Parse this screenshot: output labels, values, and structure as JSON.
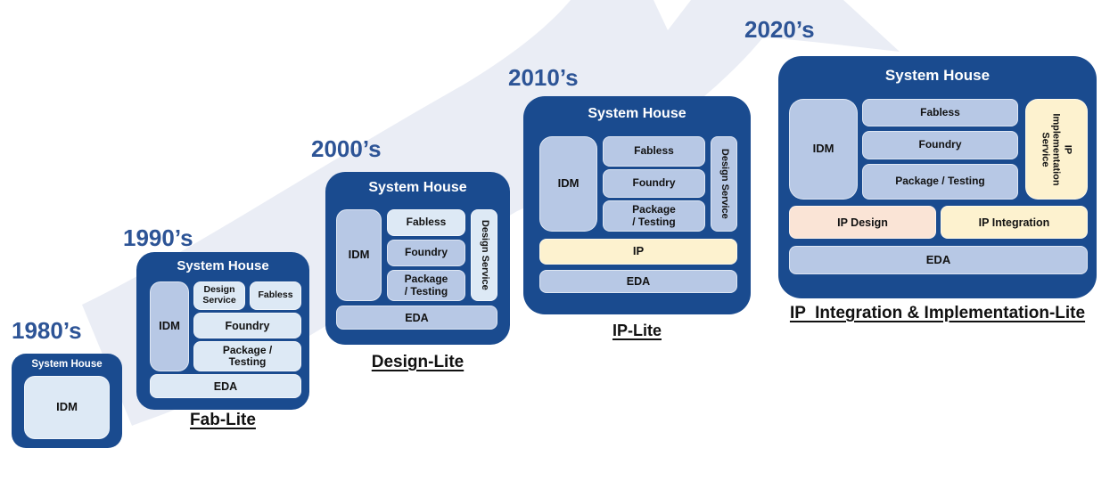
{
  "stages": [
    {
      "decade": "1980’s",
      "house_title": "System House",
      "cells": {
        "idm": "IDM"
      }
    },
    {
      "decade": "1990’s",
      "house_title": "System House",
      "stage_label": "Fab-Lite",
      "cells": {
        "idm": "IDM",
        "design_service": "Design\nService",
        "fabless": "Fabless",
        "foundry": "Foundry",
        "package_testing": "Package /\nTesting",
        "eda": "EDA"
      }
    },
    {
      "decade": "2000’s",
      "house_title": "System House",
      "stage_label": "Design-Lite",
      "cells": {
        "idm": "IDM",
        "fabless": "Fabless",
        "foundry": "Foundry",
        "package_testing": "Package\n/ Testing",
        "design_service": "Design Service",
        "eda": "EDA"
      }
    },
    {
      "decade": "2010’s",
      "house_title": "System House",
      "stage_label": "IP-Lite",
      "cells": {
        "idm": "IDM",
        "fabless": "Fabless",
        "foundry": "Foundry",
        "package_testing": "Package\n/ Testing",
        "design_service": "Design Service",
        "ip": "IP",
        "eda": "EDA"
      }
    },
    {
      "decade": "2020’s",
      "house_title": "System House",
      "stage_label": "IP  Integration & Implementation-Lite",
      "cells": {
        "idm": "IDM",
        "fabless": "Fabless",
        "foundry": "Foundry",
        "package_testing": "Package / Testing",
        "ip_implementation_service": "IP\nImplementation\nService",
        "ip_design": "IP Design",
        "ip_integration": "IP Integration",
        "eda": "EDA"
      }
    }
  ],
  "colors": {
    "house_blue": "#1a4b8f",
    "periwinkle_box": "#b7c8e5",
    "light_blue_box": "#dde9f5",
    "cream_box": "#fdf2cf",
    "peach_box": "#fae4d6",
    "decade_label": "#2d5496",
    "background_arrow": "#eaedf5"
  }
}
